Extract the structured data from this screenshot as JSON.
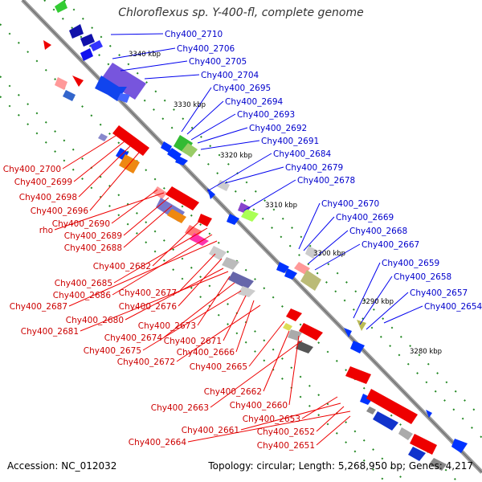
{
  "title": "Chloroflexus sp. Y-400-fl, complete genome",
  "accession": "Accession: NC_012032",
  "summary": "Topology: circular; Length: 5,268,950 bp; Genes: 4,217",
  "colors": {
    "forward_label": "#0000cc",
    "reverse_label": "#cc0000",
    "backbone": "#999999",
    "tick": "#228822"
  },
  "scale_labels": [
    "3340 kbp",
    "3330 kbp",
    "3320 kbp",
    "3310 kbp",
    "3300 kbp",
    "3290 kbp",
    "3280 kbp"
  ],
  "forward_genes": [
    "Chy400_2710",
    "Chy400_2706",
    "Chy400_2705",
    "Chy400_2704",
    "Chy400_2695",
    "Chy400_2694",
    "Chy400_2693",
    "Chy400_2692",
    "Chy400_2691",
    "Chy400_2684",
    "Chy400_2679",
    "Chy400_2678",
    "Chy400_2670",
    "Chy400_2669",
    "Chy400_2668",
    "Chy400_2667",
    "Chy400_2659",
    "Chy400_2658",
    "Chy400_2657",
    "Chy400_2654"
  ],
  "reverse_genes": [
    "Chy400_2700",
    "Chy400_2699",
    "Chy400_2698",
    "Chy400_2696",
    "Chy400_2690",
    "rho",
    "Chy400_2689",
    "Chy400_2688",
    "Chy400_2682",
    "Chy400_2685",
    "Chy400_2686",
    "Chy400_2687",
    "Chy400_2677",
    "Chy400_2676",
    "Chy400_2680",
    "Chy400_2681",
    "Chy400_2673",
    "Chy400_2674",
    "Chy400_2675",
    "Chy400_2671",
    "Chy400_2666",
    "Chy400_2672",
    "Chy400_2665",
    "Chy400_2662",
    "Chy400_2660",
    "Chy400_2663",
    "Chy400_2653",
    "Chy400_2661",
    "Chy400_2652",
    "Chy400_2664",
    "Chy400_2651"
  ]
}
